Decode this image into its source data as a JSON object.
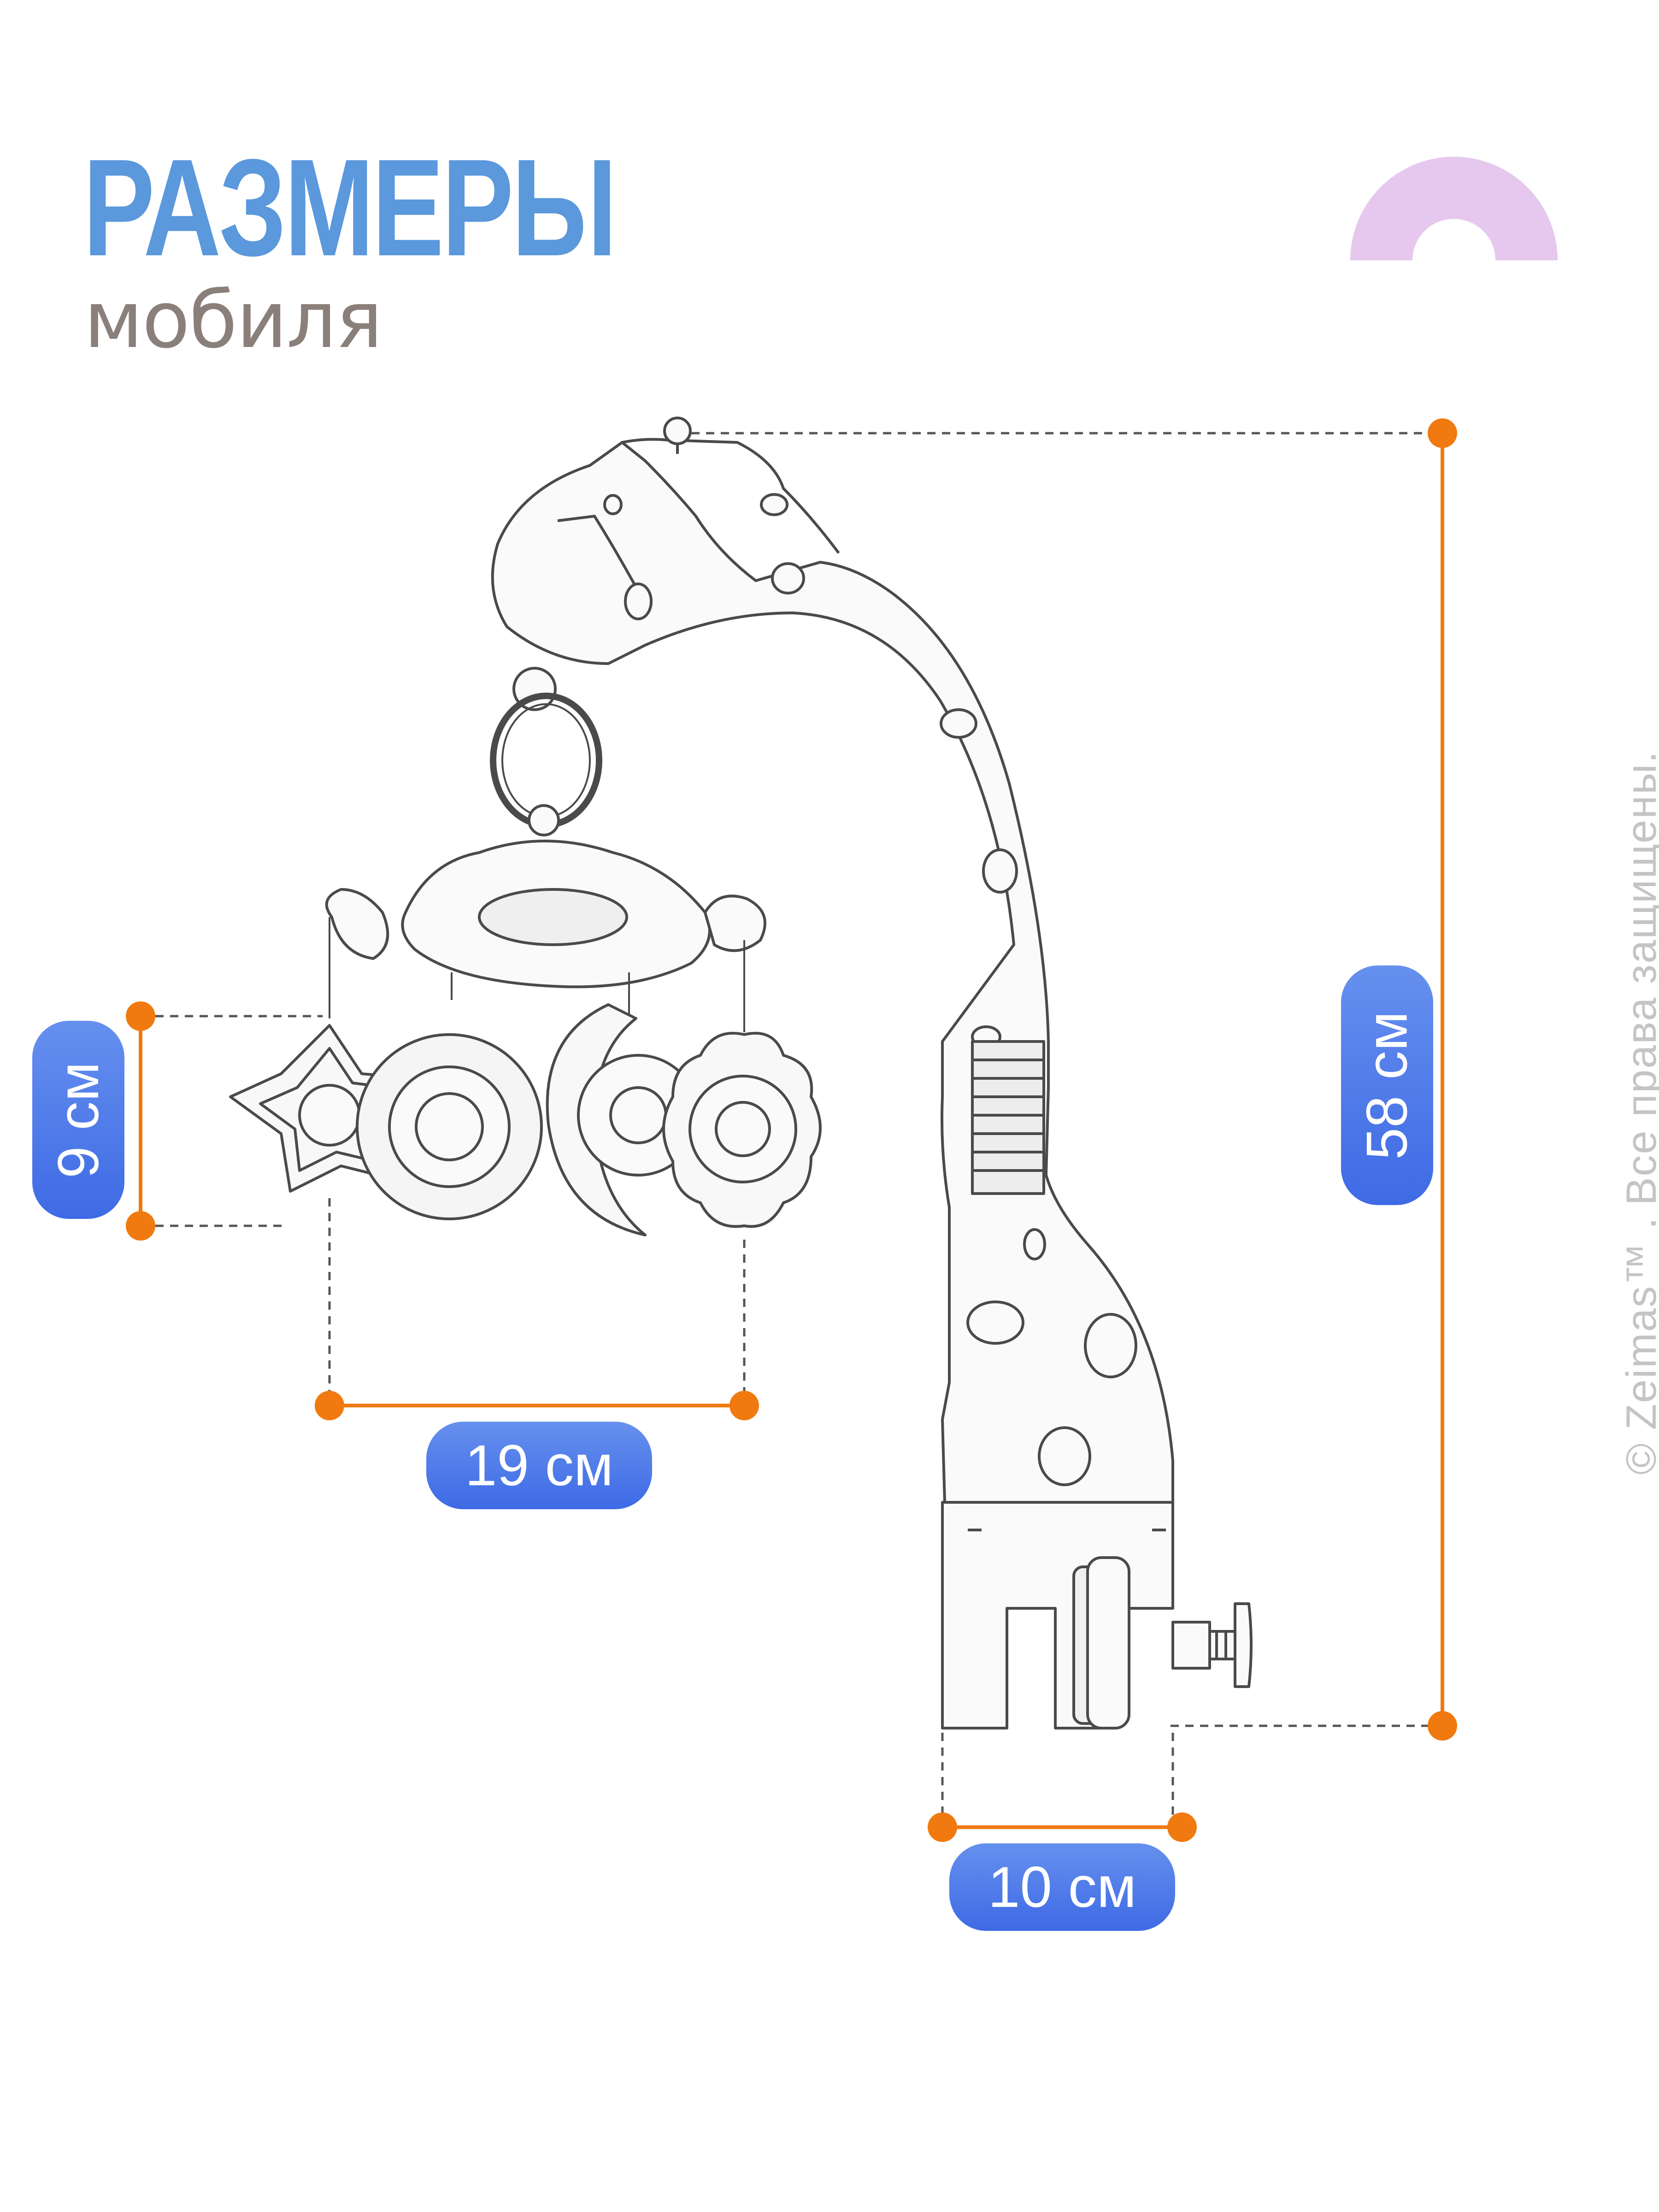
{
  "header": {
    "title": "РАЗМЕРЫ",
    "subtitle": "мобиля"
  },
  "dimensions": {
    "toy_height": "9 см",
    "toy_width": "19 см",
    "total_height": "58 см",
    "clamp_width": "10 см"
  },
  "watermark": {
    "copyright": "© Zeimas™ .",
    "rights": "Все права защищены."
  },
  "colors": {
    "title": "#5b98dc",
    "subtitle": "#8a7f79",
    "accent_orange": "#f07a0f",
    "badge_blue": "#4a78e8",
    "decor_lilac": "#e6c8ee",
    "line_art": "#555555"
  },
  "icons": [
    "rainbow-arc-icon",
    "giraffe-mobile-illustration"
  ]
}
